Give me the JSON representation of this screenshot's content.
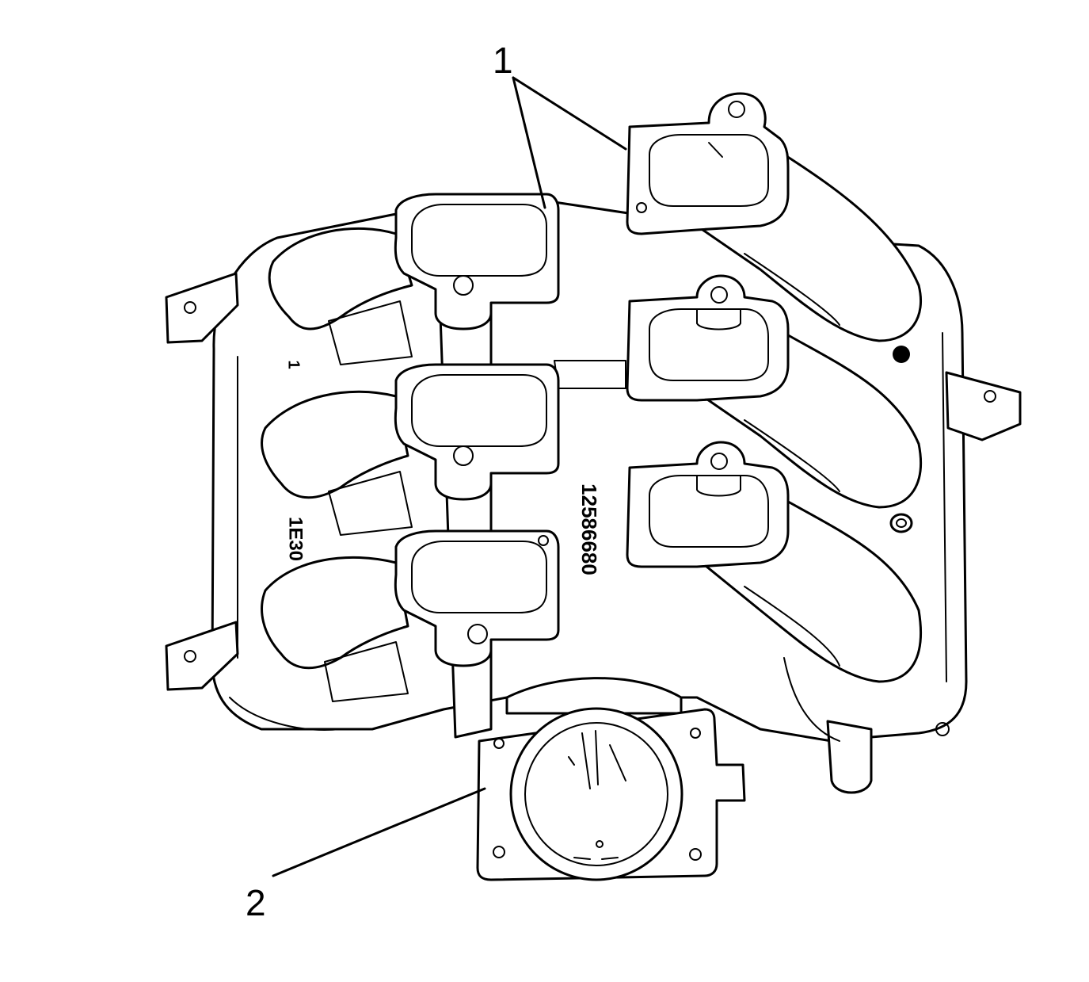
{
  "callouts": [
    {
      "id": "1",
      "label": "1"
    },
    {
      "id": "2",
      "label": "2"
    }
  ],
  "markings": {
    "part_number": "12586680",
    "casting_code": "1E30",
    "runner_mark": "1"
  },
  "colors": {
    "line": "#000000",
    "background": "#ffffff"
  }
}
